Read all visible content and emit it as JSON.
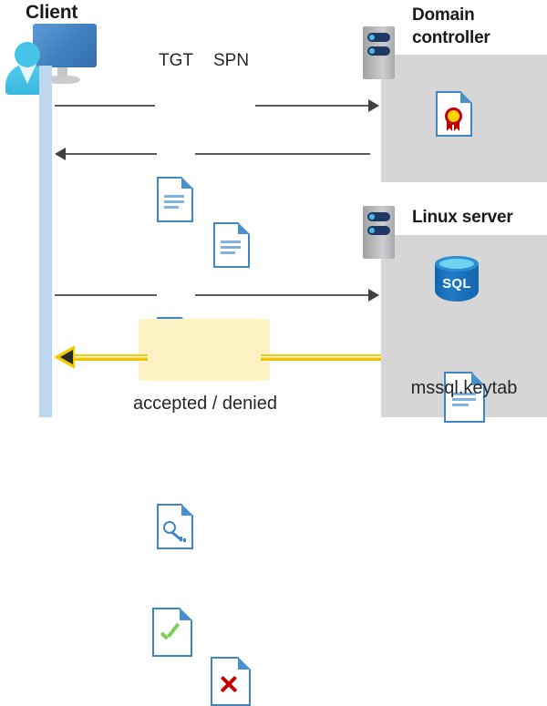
{
  "diagram": {
    "title_client": "Client",
    "title_domain_controller": "Domain\ncontroller",
    "title_linux_server": "Linux server"
  },
  "labels": {
    "tgt": "TGT",
    "spn": "SPN",
    "keytab_file": "mssql.keytab",
    "sql_text": "SQL",
    "accepted_denied": "accepted / denied"
  },
  "colors": {
    "panel_gray": "#d6d6d6",
    "lifeline_blue": "#bdd7ee",
    "highlight_yellow": "#fdf2c4",
    "arrow_yellow": "#f2cd00",
    "arrow_gray": "#595959",
    "doc_border_blue": "#3f86c8",
    "check_green": "#7ece5a",
    "cross_red": "#c00000",
    "sql_blue": "#1565b0"
  },
  "flows": [
    {
      "id": "flow-1",
      "direction": "right",
      "from": "client",
      "to": "domain-controller",
      "carries": [
        "TGT",
        "SPN"
      ],
      "style": "thin-gray"
    },
    {
      "id": "flow-2",
      "direction": "left",
      "from": "domain-controller",
      "to": "client",
      "carries": [
        "service-ticket"
      ],
      "style": "thin-gray"
    },
    {
      "id": "flow-3",
      "direction": "right",
      "from": "client",
      "to": "linux-server",
      "carries": [
        "service-ticket"
      ],
      "style": "thin-gray"
    },
    {
      "id": "flow-4",
      "direction": "left",
      "from": "linux-server",
      "to": "client",
      "carries": [
        "accepted",
        "denied"
      ],
      "style": "thick-yellow"
    }
  ],
  "icons": {
    "client": "user-computer-icon",
    "server_rack": "server-rack-icon",
    "tgt_doc": "document-icon",
    "spn_doc": "document-icon",
    "ticket_doc": "document-key-icon",
    "certificate": "certificate-document-icon",
    "database": "sql-database-icon",
    "keytab_doc": "document-icon",
    "accepted_doc": "document-check-icon",
    "denied_doc": "document-cross-icon"
  }
}
